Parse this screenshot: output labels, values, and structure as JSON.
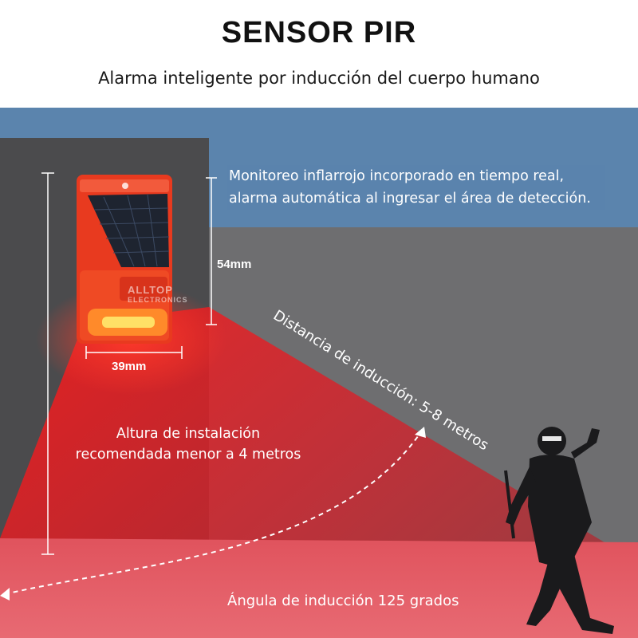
{
  "header": {
    "title": "SENSOR PIR",
    "subtitle": "Alarma inteligente por inducción del cuerpo humano"
  },
  "scene": {
    "monitor_text_line1": "Monitoreo inflarrojo incorporado en tiempo real,",
    "monitor_text_line2": "alarma automática al ingresar el área de detección.",
    "height_dimension": "54mm",
    "width_dimension": "39mm",
    "install_height_line1": "Altura de instalación",
    "install_height_line2": "recomendada menor a 4 metros",
    "induction_distance": "Distancia de inducción: 5-8 metros",
    "induction_angle": "Ángula de inducción 125 grados",
    "brand_line1": "ALLTOP",
    "brand_line2": "ELECTRONICS"
  },
  "colors": {
    "sky": "#5b84ad",
    "wall": "#4a4a4c",
    "wall_side": "#3a3a3b",
    "ground": "#6f6f70",
    "beam": "#e0202a",
    "floor_red": "#e4555f"
  },
  "icons": {
    "device": "solar-pir-alarm-device",
    "intruder": "burglar-figure"
  }
}
